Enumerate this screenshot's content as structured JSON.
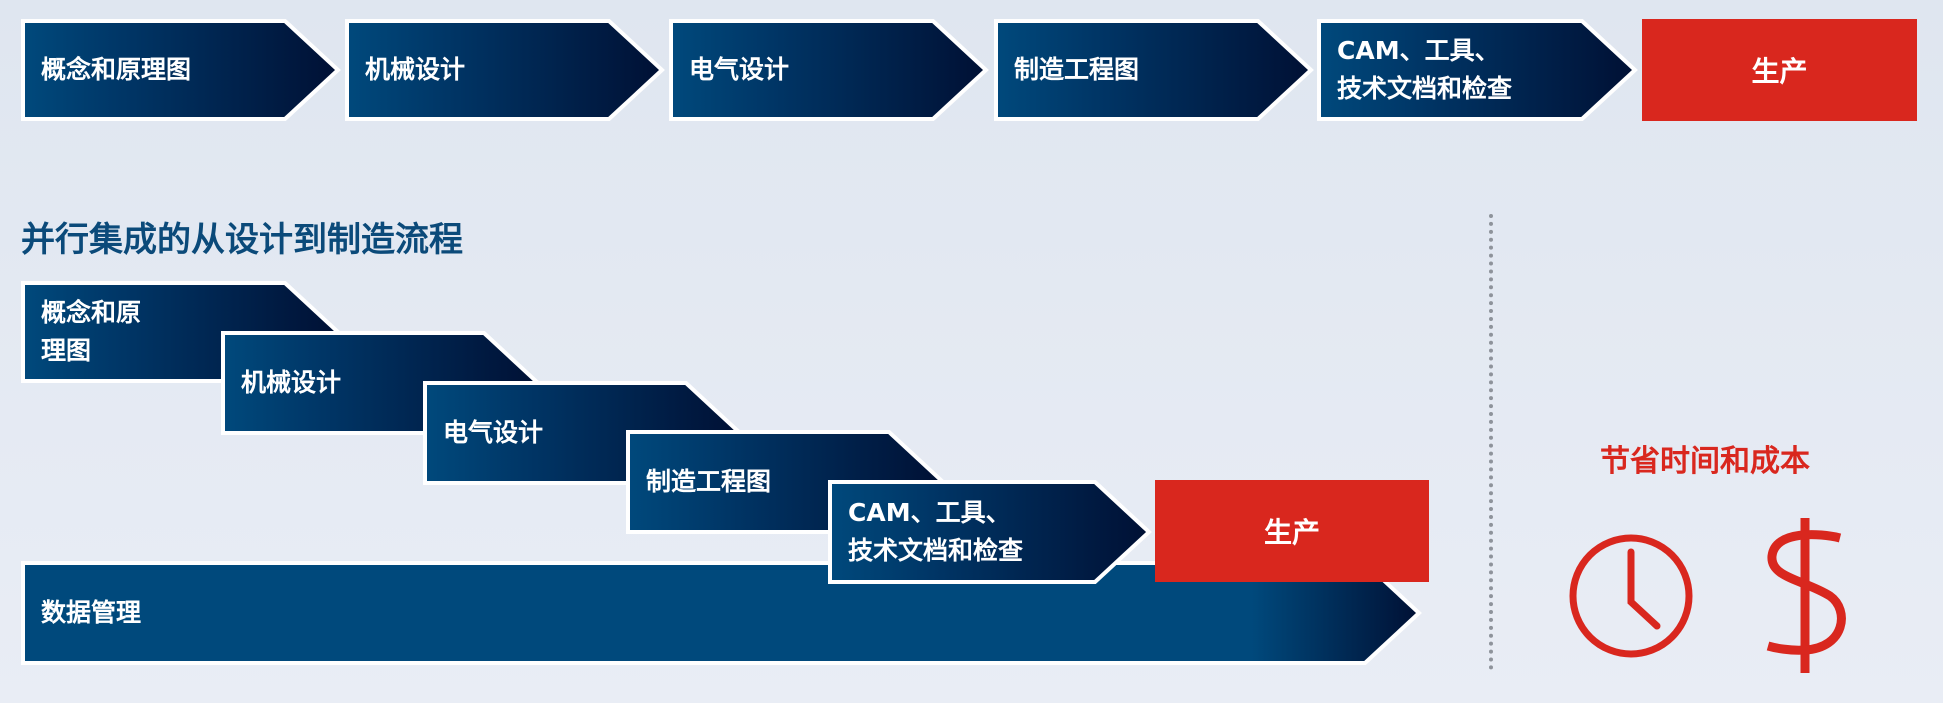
{
  "colors": {
    "navy_start": "#00497c",
    "navy_end": "#001034",
    "red": "#d9271e",
    "title": "#0b4a7a"
  },
  "sequential": {
    "steps": [
      "概念和原理图",
      "机械设计",
      "电气设计",
      "制造工程图",
      "CAM、工具、\n技术文档和检查"
    ],
    "final": "生产"
  },
  "parallel": {
    "title": "并行集成的从设计到制造流程",
    "steps": [
      "概念和原\n理图",
      "机械设计",
      "电气设计",
      "制造工程图",
      "CAM、工具、\n技术文档和检查"
    ],
    "final": "生产",
    "data_management": "数据管理"
  },
  "benefit": {
    "label": "节省时间和成本",
    "icons": [
      "clock-icon",
      "dollar-icon"
    ]
  }
}
